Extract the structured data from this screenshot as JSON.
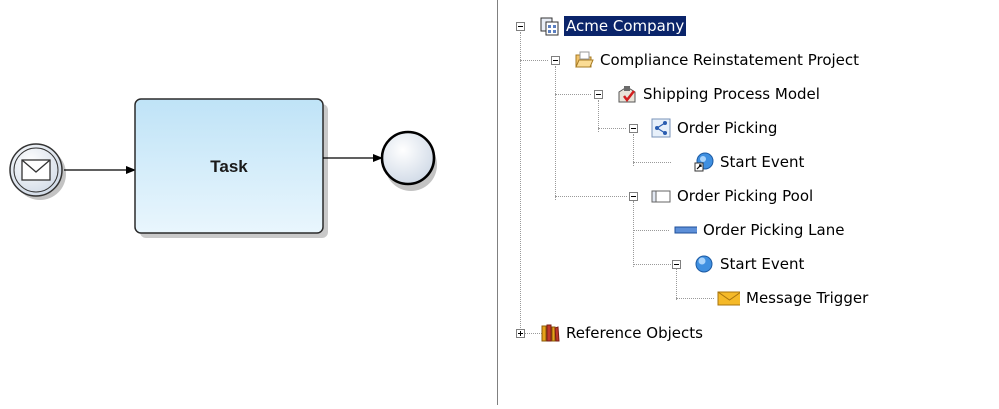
{
  "diagram": {
    "task_label": "Task",
    "start_event_icon": "envelope-icon",
    "end_event_icon": "circle-icon"
  },
  "tree": {
    "nodes": [
      {
        "label": "Acme Company",
        "icon": "organization-icon",
        "selected": true
      },
      {
        "label": "Compliance Reinstatement Project",
        "icon": "folder-open-icon"
      },
      {
        "label": "Shipping Process Model",
        "icon": "process-model-icon"
      },
      {
        "label": "Order Picking",
        "icon": "diagram-icon"
      },
      {
        "label": "Start Event",
        "icon": "start-event-shortcut-icon"
      },
      {
        "label": "Order Picking Pool",
        "icon": "pool-icon"
      },
      {
        "label": "Order Picking Lane",
        "icon": "lane-icon"
      },
      {
        "label": "Start Event",
        "icon": "start-event-icon"
      },
      {
        "label": "Message Trigger",
        "icon": "envelope-icon"
      },
      {
        "label": "Reference Objects",
        "icon": "books-icon"
      }
    ]
  },
  "colors": {
    "selection": "#0a246a",
    "task_fill_top": "#bfe3f7",
    "task_fill_bottom": "#e9f6fd",
    "event_fill": "#dde6f0"
  }
}
